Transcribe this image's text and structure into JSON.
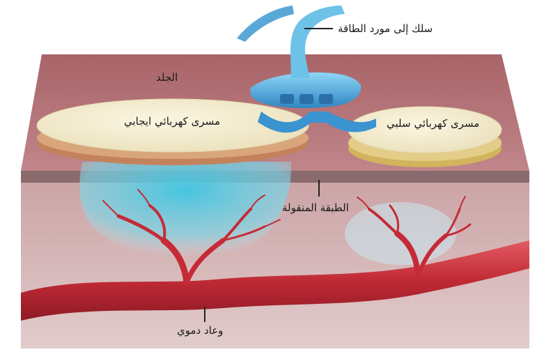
{
  "labels": {
    "power_wire": "سلك إلى مورد الطاقة",
    "skin": "الجلد",
    "positive_electrode": "مسرى كهربائي ايجابي",
    "negative_electrode": "مسرى كهربائي سلبي",
    "conductive_layer": "الطبقة المنقولة",
    "blood_vessel": "وعاد دموي"
  },
  "colors": {
    "skin_top": "#b06c6f",
    "tissue": "#d4b2b2",
    "dermal_band": "#8b6a6c",
    "electrode_pad": "#f4edd2",
    "positive_base": "#c9845e",
    "negative_base": "#d8bc6a",
    "connector": "#4aa8dc",
    "drug_diffusion": "#4fd0e6",
    "vessel": "#c8333e"
  }
}
